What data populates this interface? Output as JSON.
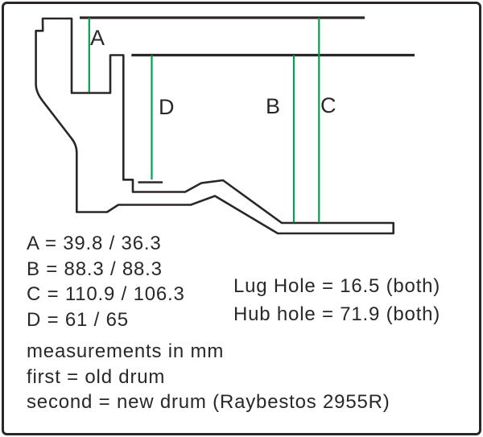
{
  "colors": {
    "line": "#2b2728",
    "measure_line": "#00a14e",
    "text": "#2b2728",
    "background": "#ffffff"
  },
  "diagram": {
    "label_a": "A",
    "label_b": "B",
    "label_c": "C",
    "label_d": "D"
  },
  "measurements": {
    "a": "A = 39.8 / 36.3",
    "b": "B = 88.3 / 88.3",
    "c": "C = 110.9 / 106.3",
    "d": "D = 61 / 65"
  },
  "holes": {
    "lug": "Lug Hole = 16.5 (both)",
    "hub": "Hub hole = 71.9 (both)"
  },
  "notes": {
    "units": "measurements in mm",
    "first": "first = old drum",
    "second": "second = new drum (Raybestos 2955R)"
  }
}
